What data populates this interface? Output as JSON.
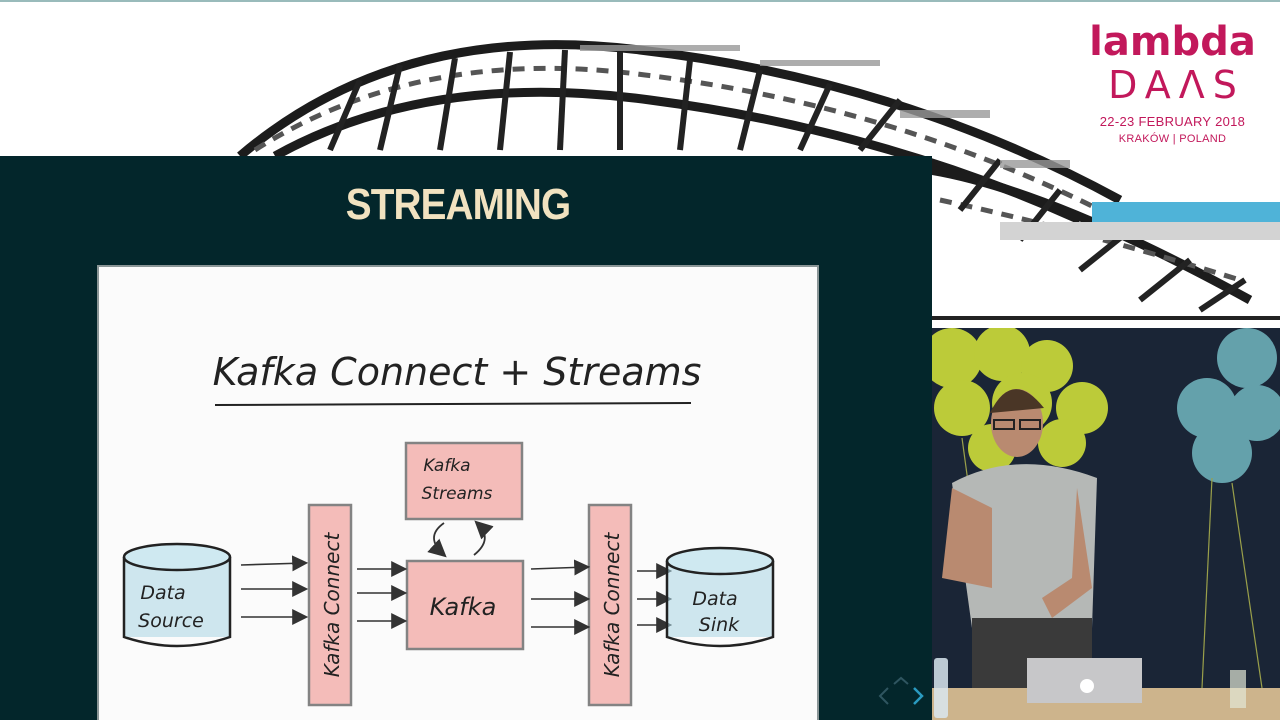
{
  "brand": {
    "name": "lambda",
    "sub": "DAΛS",
    "dates": "22-23 FEBRUARY 2018",
    "location": "KRAKÓW | POLAND"
  },
  "slide": {
    "title": "STREAMING",
    "diagram_title": "Kafka Connect + Streams",
    "labels": {
      "data_source_1": "Data",
      "data_source_2": "Source",
      "connect_left": "Kafka Connect",
      "streams_1": "Kafka",
      "streams_2": "Streams",
      "kafka": "Kafka",
      "connect_right": "Kafka Connect",
      "data_sink_1": "Data",
      "data_sink_2": "Sink"
    }
  },
  "colors": {
    "slide_background": "#03262b",
    "title": "#f1e2c0",
    "brand": "#c2185b",
    "accent_blue": "#4fb3d8",
    "red_box": "#f08a84",
    "blue_cylinder": "#a9d5e4"
  },
  "icons": {
    "prev": "chevron-left-icon",
    "next": "chevron-right-icon"
  }
}
